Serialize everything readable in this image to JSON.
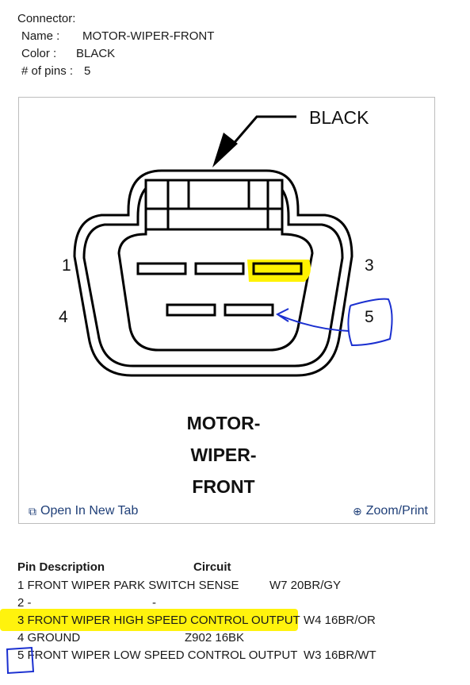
{
  "connector": {
    "heading": "Connector:",
    "name_label": "Name :",
    "name_value": "MOTOR-WIPER-FRONT",
    "color_label": "Color :",
    "color_value": "BLACK",
    "pins_label": "# of pins :",
    "pins_value": "5"
  },
  "diagram": {
    "callout": "BLACK",
    "pin_labels": {
      "p1": "1",
      "p3": "3",
      "p4": "4",
      "p5": "5"
    },
    "title_lines": [
      "MOTOR-",
      "WIPER-",
      "FRONT"
    ],
    "highlight_color": "#fff200",
    "annotation_color": "#1a2fd0"
  },
  "toolbar": {
    "open_label": "Open In New Tab",
    "zoom_label": "Zoom/Print"
  },
  "pin_table": {
    "header_desc": "Pin Description",
    "header_circuit": "Circuit",
    "rows": [
      {
        "text": "1 FRONT WIPER PARK SWITCH SENSE",
        "circuit": "W7 20BR/GY"
      },
      {
        "text": "2 -",
        "circuit": "-"
      },
      {
        "text": "3 FRONT WIPER HIGH SPEED CONTROL OUTPUT",
        "circuit": "W4 16BR/OR"
      },
      {
        "text": "4 GROUND",
        "circuit": "Z902 16BK"
      },
      {
        "text": "5 FRONT WIPER LOW SPEED CONTROL OUTPUT",
        "circuit": "W3 16BR/WT"
      }
    ]
  }
}
